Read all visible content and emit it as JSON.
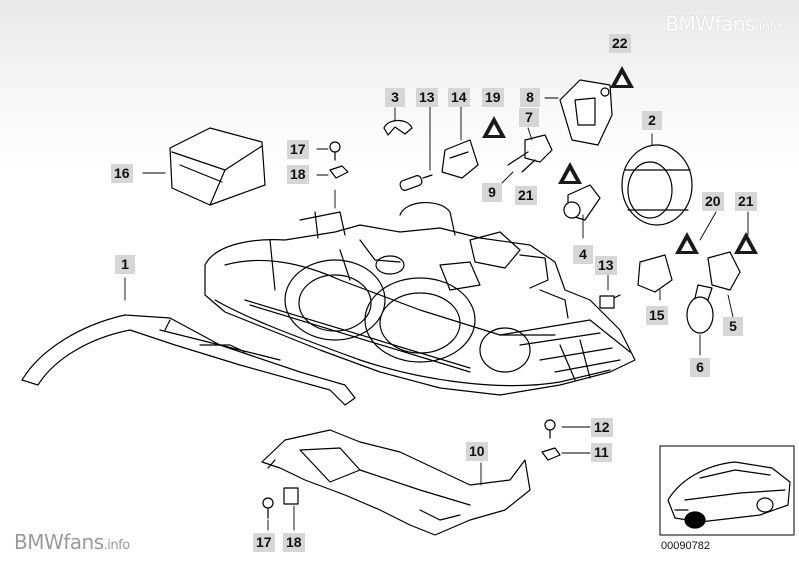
{
  "watermark": {
    "brand_top": "BMWfans",
    "suffix_top": ".info",
    "brand_bottom": "BMWfans",
    "suffix_bottom": ".info"
  },
  "diagram_number": "00090782",
  "callouts": {
    "c1": "1",
    "c2": "2",
    "c3": "3",
    "c4": "4",
    "c5": "5",
    "c6": "6",
    "c7": "7",
    "c8": "8",
    "c9": "9",
    "c10": "10",
    "c11": "11",
    "c12": "12",
    "c13a": "13",
    "c13b": "13",
    "c14": "14",
    "c15": "15",
    "c16": "16",
    "c17a": "17",
    "c17b": "17",
    "c18a": "18",
    "c18b": "18",
    "c19": "19",
    "c20": "20",
    "c21a": "21",
    "c21b": "21",
    "c22": "22"
  },
  "colors": {
    "label_bg": "#d6d6d6",
    "line": "#000000",
    "warning_triangle": "#1a1a1a"
  }
}
